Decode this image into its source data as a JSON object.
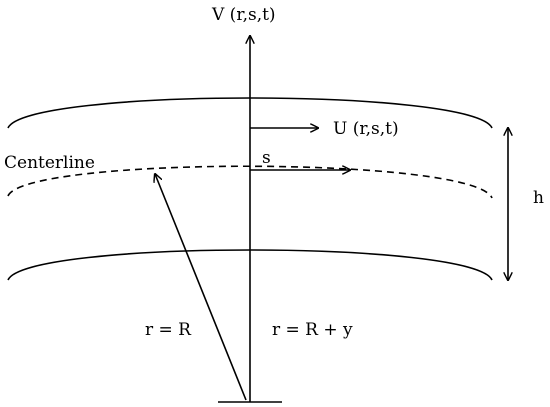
{
  "diagram": {
    "labels": {
      "v_velocity": "V (r,s,t)",
      "u_velocity": "U (r,s,t)",
      "s_axis": "s",
      "centerline": "Centerline",
      "thickness": "h",
      "radius_centerline": "r = R",
      "radius_general": "r = R + y"
    }
  }
}
